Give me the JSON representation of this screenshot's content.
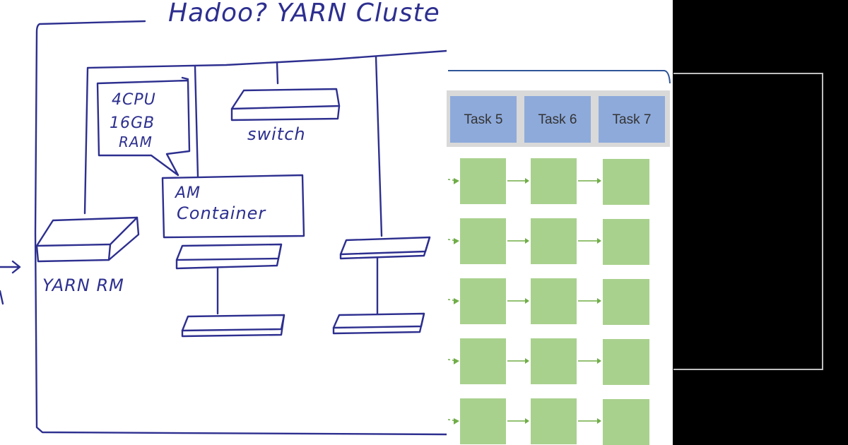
{
  "sketch": {
    "title": "Hadoo? YARN Cluste",
    "cpu_label": "4CPU",
    "ram_label_1": "16GB",
    "ram_label_2": "RAM",
    "switch_label": "switch",
    "am_label_1": "AM",
    "am_label_2": "Container",
    "rm_label": "YARN RM"
  },
  "tasks": {
    "headers": [
      "Task 5",
      "Task 6",
      "Task 7"
    ],
    "header_fill": "#8eaadb",
    "header_bg": "#d9d9d9",
    "cell_fill": "#a9d18e",
    "arrow_color": "#70ad47",
    "row_count": 5
  },
  "colors": {
    "paper": "#ffffff",
    "ink": "#2d2f8f",
    "dark_panel": "#000000",
    "panel_border": "#bfbfbf"
  }
}
